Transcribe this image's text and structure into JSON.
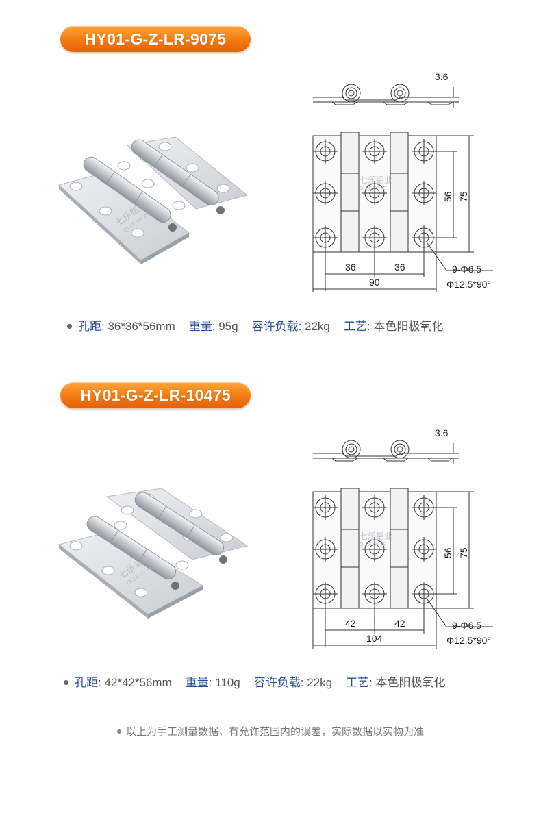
{
  "products": [
    {
      "model": "HY01-G-Z-LR-9075",
      "watermark": {
        "cn": "七乐铝业",
        "en": "QI LE LV YE"
      },
      "dims": {
        "thickness": "3.6",
        "height_inner": "56",
        "height": "75",
        "pitch_left": "36",
        "pitch_right": "36",
        "width": "90",
        "holes": "9-Φ6.5",
        "countersink": "Φ12.5*90°"
      },
      "specs": [
        {
          "label": "孔距",
          "value": "36*36*56mm"
        },
        {
          "label": "重量",
          "value": "95g"
        },
        {
          "label": "容许负载",
          "value": "22kg"
        },
        {
          "label": "工艺",
          "value": "本色阳极氧化"
        }
      ]
    },
    {
      "model": "HY01-G-Z-LR-10475",
      "watermark": {
        "cn": "七乐铝业",
        "en": "QI LE LV YE"
      },
      "dims": {
        "thickness": "3.6",
        "height_inner": "56",
        "height": "75",
        "pitch_left": "42",
        "pitch_right": "42",
        "width": "104",
        "holes": "9-Φ6.5",
        "countersink": "Φ12.5*90°"
      },
      "specs": [
        {
          "label": "孔距",
          "value": "42*42*56mm"
        },
        {
          "label": "重量",
          "value": "110g"
        },
        {
          "label": "容许负载",
          "value": "22kg"
        },
        {
          "label": "工艺",
          "value": "本色阳极氧化"
        }
      ]
    }
  ],
  "footnote": "以上为手工测量数据，有允许范围内的误差，实际数据以实物为准",
  "colors": {
    "badge": "#f27a0f",
    "label": "#2c4f9a",
    "text": "#555555"
  }
}
